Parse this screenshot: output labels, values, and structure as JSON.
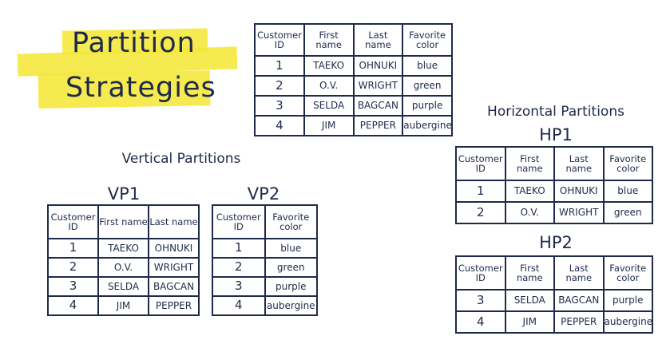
{
  "title": {
    "line1": "Partition",
    "line2": "Strategies"
  },
  "colors": {
    "ink": "#1f2a4a",
    "highlight": "#f4e83c"
  },
  "original": {
    "headers": [
      "Customer ID",
      "First name",
      "Last name",
      "Favorite color"
    ],
    "rows": [
      [
        "1",
        "TAEKO",
        "OHNUKI",
        "blue"
      ],
      [
        "2",
        "O.V.",
        "WRIGHT",
        "green"
      ],
      [
        "3",
        "SELDA",
        "BAGCAN",
        "purple"
      ],
      [
        "4",
        "JIM",
        "PEPPER",
        "aubergine"
      ]
    ]
  },
  "vertical": {
    "heading": "Vertical Partitions",
    "vp1": {
      "label": "VP1",
      "headers": [
        "Customer ID",
        "First name",
        "Last name"
      ],
      "rows": [
        [
          "1",
          "TAEKO",
          "OHNUKI"
        ],
        [
          "2",
          "O.V.",
          "WRIGHT"
        ],
        [
          "3",
          "SELDA",
          "BAGCAN"
        ],
        [
          "4",
          "JIM",
          "PEPPER"
        ]
      ]
    },
    "vp2": {
      "label": "VP2",
      "headers": [
        "Customer ID",
        "Favorite color"
      ],
      "rows": [
        [
          "1",
          "blue"
        ],
        [
          "2",
          "green"
        ],
        [
          "3",
          "purple"
        ],
        [
          "4",
          "aubergine"
        ]
      ]
    }
  },
  "horizontal": {
    "heading": "Horizontal Partitions",
    "hp1": {
      "label": "HP1",
      "headers": [
        "Customer ID",
        "First name",
        "Last name",
        "Favorite color"
      ],
      "rows": [
        [
          "1",
          "TAEKO",
          "OHNUKI",
          "blue"
        ],
        [
          "2",
          "O.V.",
          "WRIGHT",
          "green"
        ]
      ]
    },
    "hp2": {
      "label": "HP2",
      "headers": [
        "Customer ID",
        "First name",
        "Last name",
        "Favorite color"
      ],
      "rows": [
        [
          "3",
          "SELDA",
          "BAGCAN",
          "purple"
        ],
        [
          "4",
          "JIM",
          "PEPPER",
          "aubergine"
        ]
      ]
    }
  }
}
